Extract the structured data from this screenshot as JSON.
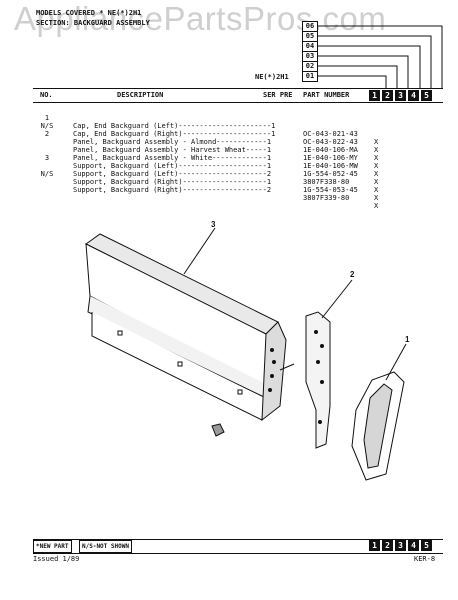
{
  "watermark": "AppliancePartsPros.com",
  "header": {
    "models_covered_label": "MODELS COVERED",
    "models_covered_value": "NE(*)2H1",
    "section_title": "SECTION: BACKGUARD ASSEMBLY",
    "model_code": "NE(*)2H1",
    "model_boxes": [
      "06",
      "05",
      "04",
      "03",
      "02",
      "01"
    ]
  },
  "columns": {
    "no": "NO.",
    "description": "DESCRIPTION",
    "per": "SER PRE",
    "part_number": "PART NUMBER",
    "col_numbers": [
      "1",
      "2",
      "3",
      "4",
      "5"
    ]
  },
  "rows": [
    {
      "no": "1",
      "desc": "Cap, End Backguard (Left)----------------------1",
      "part": "OC-043-021-43",
      "mark": "X"
    },
    {
      "no": "N/S",
      "desc": "Cap, End Backguard (Right)---------------------1",
      "part": "OC-043-022-43",
      "mark": "X"
    },
    {
      "no": "2",
      "desc": "Panel, Backguard Assembly - Almond------------1",
      "part": "1E-040-106-MA",
      "mark": "X"
    },
    {
      "no": "",
      "desc": "Panel, Backguard Assembly - Harvest Wheat-----1",
      "part": "1E-040-106-MY",
      "mark": "X"
    },
    {
      "no": "",
      "desc": "Panel, Backguard Assembly - White-------------1",
      "part": "1E-040-106-MW",
      "mark": "X"
    },
    {
      "no": "3",
      "desc": "Support, Backguard (Left)---------------------1",
      "part": "1G-554-052-45",
      "mark": "X"
    },
    {
      "no": "",
      "desc": "Support, Backguard (Left)---------------------2",
      "part": "3807F338-80",
      "mark": "X"
    },
    {
      "no": "N/S",
      "desc": "Support, Backguard (Right)--------------------1",
      "part": "1G-554-053-45",
      "mark": "X"
    },
    {
      "no": "",
      "desc": "Support, Backguard (Right)--------------------2",
      "part": "3807F339-80",
      "mark": "X"
    }
  ],
  "callouts": [
    "3",
    "2",
    "1"
  ],
  "footer": {
    "new_part": "*NEW PART",
    "not_shown": "N/S-NOT SHOWN",
    "issued": "Issued  1/89",
    "page_code": "KER-8",
    "col_numbers": [
      "1",
      "2",
      "3",
      "4",
      "5"
    ]
  }
}
